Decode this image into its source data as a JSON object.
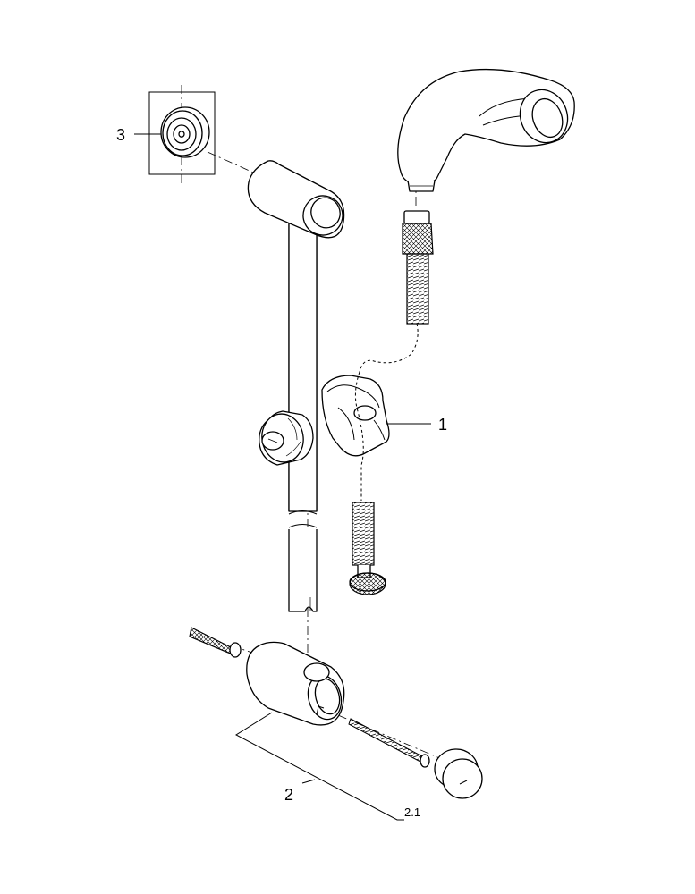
{
  "labels": {
    "hand_shower": "1",
    "rail_set": "2",
    "rail_set_sub": "2.1",
    "wall_cap": "3"
  }
}
